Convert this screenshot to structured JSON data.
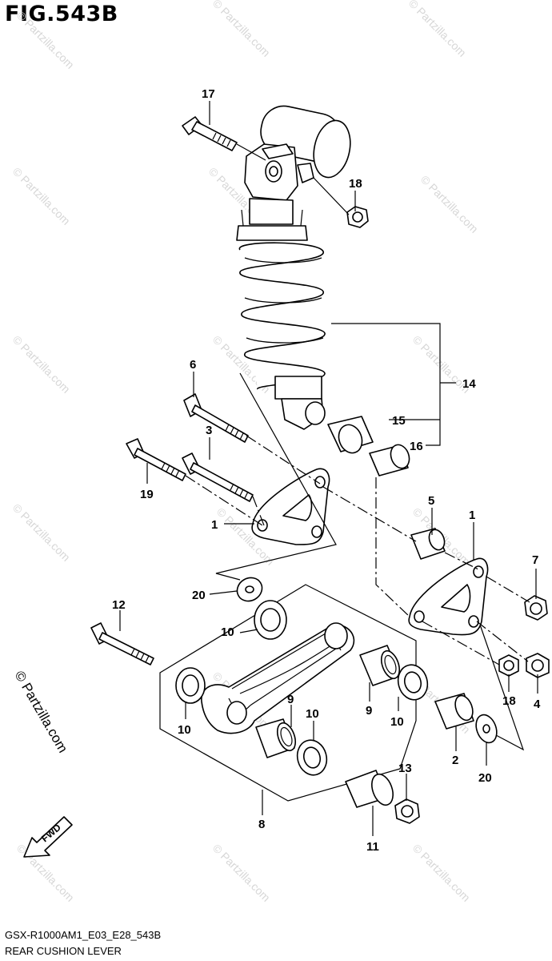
{
  "header": {
    "title": "FIG.543B"
  },
  "footer": {
    "code": "GSX-R1000AM1_E03_E28_543B",
    "subtitle": "REAR CUSHION LEVER"
  },
  "watermark": {
    "text": "© Partzilla.com",
    "side_text": "© Partzilla.com"
  },
  "fwd_label": "FWD",
  "callouts": {
    "c17": "17",
    "c18a": "18",
    "c14": "14",
    "c15": "15",
    "c16": "16",
    "c6": "6",
    "c3": "3",
    "c19": "19",
    "c1a": "1",
    "c5": "5",
    "c1b": "1",
    "c7": "7",
    "c20a": "20",
    "c12": "12",
    "c10a": "10",
    "c10b": "10",
    "c9a": "9",
    "c10c": "10",
    "c9b": "9",
    "c10d": "10",
    "c18b": "18",
    "c4": "4",
    "c2": "2",
    "c20b": "20",
    "c13": "13",
    "c8": "8",
    "c11": "11"
  }
}
